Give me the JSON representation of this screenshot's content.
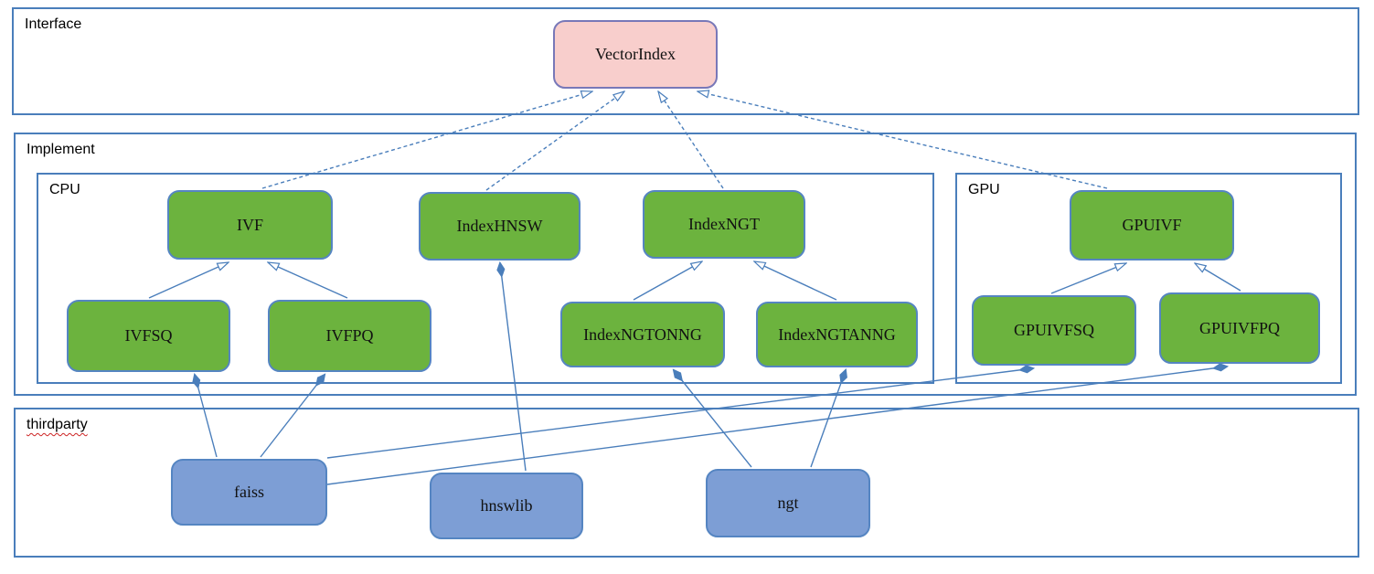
{
  "containers": {
    "interface": {
      "label": "Interface"
    },
    "implement": {
      "label": "Implement"
    },
    "cpu": {
      "label": "CPU"
    },
    "gpu": {
      "label": "GPU"
    },
    "thirdparty": {
      "label": "thirdparty"
    }
  },
  "nodes": {
    "vector_index": {
      "label": "VectorIndex",
      "kind": "interface"
    },
    "ivf": {
      "label": "IVF",
      "kind": "class"
    },
    "index_hnsw": {
      "label": "IndexHNSW",
      "kind": "class"
    },
    "index_ngt": {
      "label": "IndexNGT",
      "kind": "class"
    },
    "gpu_ivf": {
      "label": "GPUIVF",
      "kind": "class"
    },
    "ivfsq": {
      "label": "IVFSQ",
      "kind": "class"
    },
    "ivfpq": {
      "label": "IVFPQ",
      "kind": "class"
    },
    "index_ngtonng": {
      "label": "IndexNGTONNG",
      "kind": "class"
    },
    "index_ngtanng": {
      "label": "IndexNGTANNG",
      "kind": "class"
    },
    "gpu_ivfsq": {
      "label": "GPUIVFSQ",
      "kind": "class"
    },
    "gpu_ivfpq": {
      "label": "GPUIVFPQ",
      "kind": "class"
    },
    "faiss": {
      "label": "faiss",
      "kind": "thirdparty-lib"
    },
    "hnswlib": {
      "label": "hnswlib",
      "kind": "thirdparty-lib"
    },
    "ngt": {
      "label": "ngt",
      "kind": "thirdparty-lib"
    }
  },
  "relationships": [
    {
      "from": "IVF",
      "to": "VectorIndex",
      "type": "realizes"
    },
    {
      "from": "IndexHNSW",
      "to": "VectorIndex",
      "type": "realizes"
    },
    {
      "from": "IndexNGT",
      "to": "VectorIndex",
      "type": "realizes"
    },
    {
      "from": "GPUIVF",
      "to": "VectorIndex",
      "type": "realizes"
    },
    {
      "from": "IVFSQ",
      "to": "IVF",
      "type": "inherits"
    },
    {
      "from": "IVFPQ",
      "to": "IVF",
      "type": "inherits"
    },
    {
      "from": "IndexNGTONNG",
      "to": "IndexNGT",
      "type": "inherits"
    },
    {
      "from": "IndexNGTANNG",
      "to": "IndexNGT",
      "type": "inherits"
    },
    {
      "from": "GPUIVFSQ",
      "to": "GPUIVF",
      "type": "inherits"
    },
    {
      "from": "GPUIVFPQ",
      "to": "GPUIVF",
      "type": "inherits"
    },
    {
      "from": "IVFSQ",
      "to": "faiss",
      "type": "composes"
    },
    {
      "from": "IVFPQ",
      "to": "faiss",
      "type": "composes"
    },
    {
      "from": "IndexHNSW",
      "to": "hnswlib",
      "type": "composes"
    },
    {
      "from": "IndexNGTONNG",
      "to": "ngt",
      "type": "composes"
    },
    {
      "from": "IndexNGTANNG",
      "to": "ngt",
      "type": "composes"
    },
    {
      "from": "GPUIVFSQ",
      "to": "faiss",
      "type": "composes"
    },
    {
      "from": "GPUIVFPQ",
      "to": "faiss",
      "type": "composes"
    }
  ],
  "colors": {
    "container_border": "#4a7ebb",
    "connector": "#4a7ebb",
    "class_fill": "#6cb33e",
    "class_border": "#5585c2",
    "interface_fill": "#f8cecc",
    "interface_border": "#7878b8",
    "thirdparty_fill": "#7d9ed5",
    "spellcheck_underline": "#cc2222"
  }
}
